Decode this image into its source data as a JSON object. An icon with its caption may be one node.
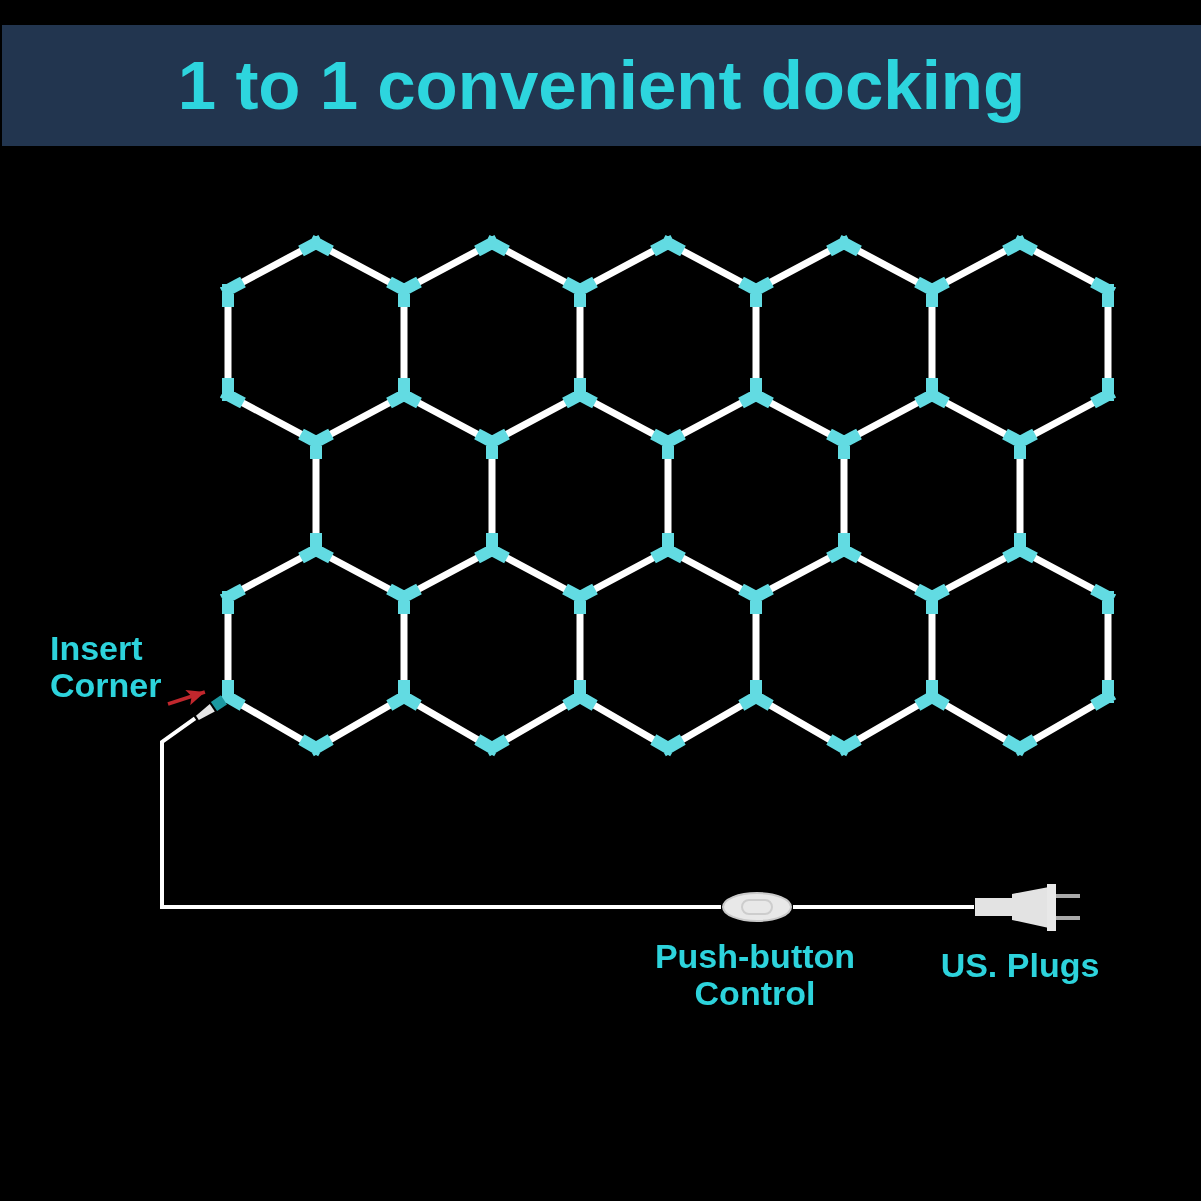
{
  "diagram": {
    "title": "1 to 1 convenient docking",
    "nodes": [
      {
        "text": [
          "Insert Corner"
        ]
      },
      {
        "text": [],
        "shape": "picture"
      },
      {
        "text": [],
        "shape": "picture"
      },
      {
        "text": [],
        "shape": "picture",
        "beside": [
          "Push-button Control"
        ]
      },
      {
        "text": [],
        "shape": "picture",
        "beside": [
          "US. Plugs"
        ]
      }
    ],
    "edges": [
      {
        "from": 0,
        "to": 2,
        "arrow": "to",
        "color": "#c1272d"
      },
      {
        "from": 2,
        "to": 3,
        "arrow": "none"
      },
      {
        "from": 3,
        "to": 4,
        "arrow": "none"
      }
    ]
  }
}
